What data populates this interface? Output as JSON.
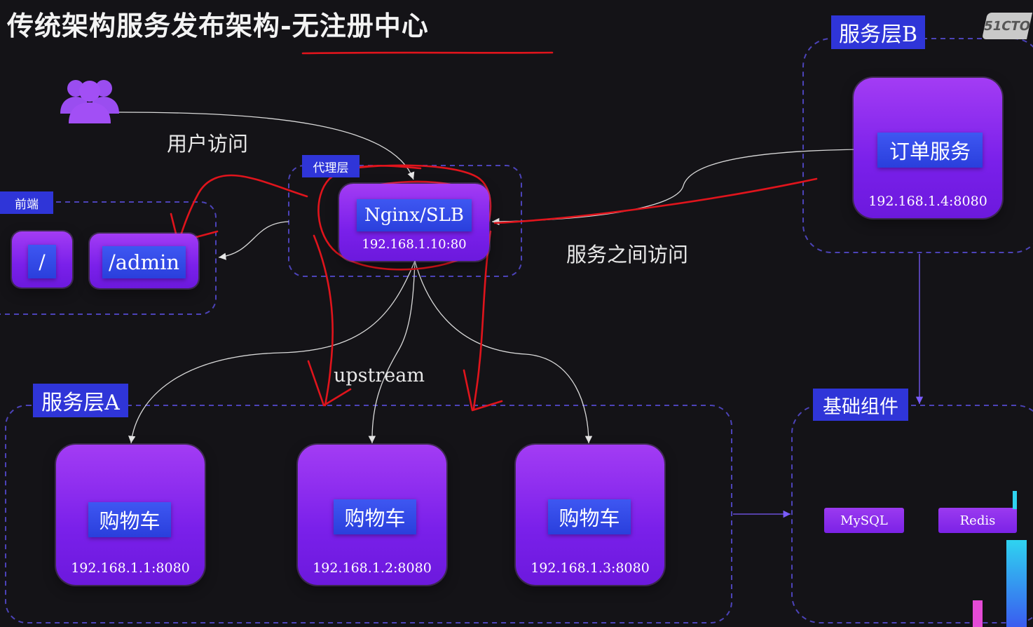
{
  "title": "传统架构服务发布架构-无注册中心",
  "watermark": "51CTO",
  "labels": {
    "user_access": "用户访问",
    "service_access": "服务之间访问",
    "upstream": "upstream"
  },
  "proxy": {
    "badge": "代理层",
    "name": "Nginx/SLB",
    "address": "192.168.1.10:80"
  },
  "frontend": {
    "badge": "前端",
    "items": [
      "/",
      "/admin"
    ]
  },
  "service_layer_a": {
    "badge": "服务层A",
    "services": [
      {
        "name": "购物车",
        "address": "192.168.1.1:8080"
      },
      {
        "name": "购物车",
        "address": "192.168.1.2:8080"
      },
      {
        "name": "购物车",
        "address": "192.168.1.3:8080"
      }
    ]
  },
  "service_layer_b": {
    "badge": "服务层B",
    "service": {
      "name": "订单服务",
      "address": "192.168.1.4:8080"
    }
  },
  "infra": {
    "badge": "基础组件",
    "items": [
      "MySQL",
      "Redis"
    ]
  },
  "colors": {
    "background": "#141317",
    "card_purple": "#8a2ef0",
    "label_blue": "#2f35d8",
    "dashed_border": "#4c43b8",
    "connector": "#d9d9d9",
    "annotation_red": "#e0141c"
  }
}
